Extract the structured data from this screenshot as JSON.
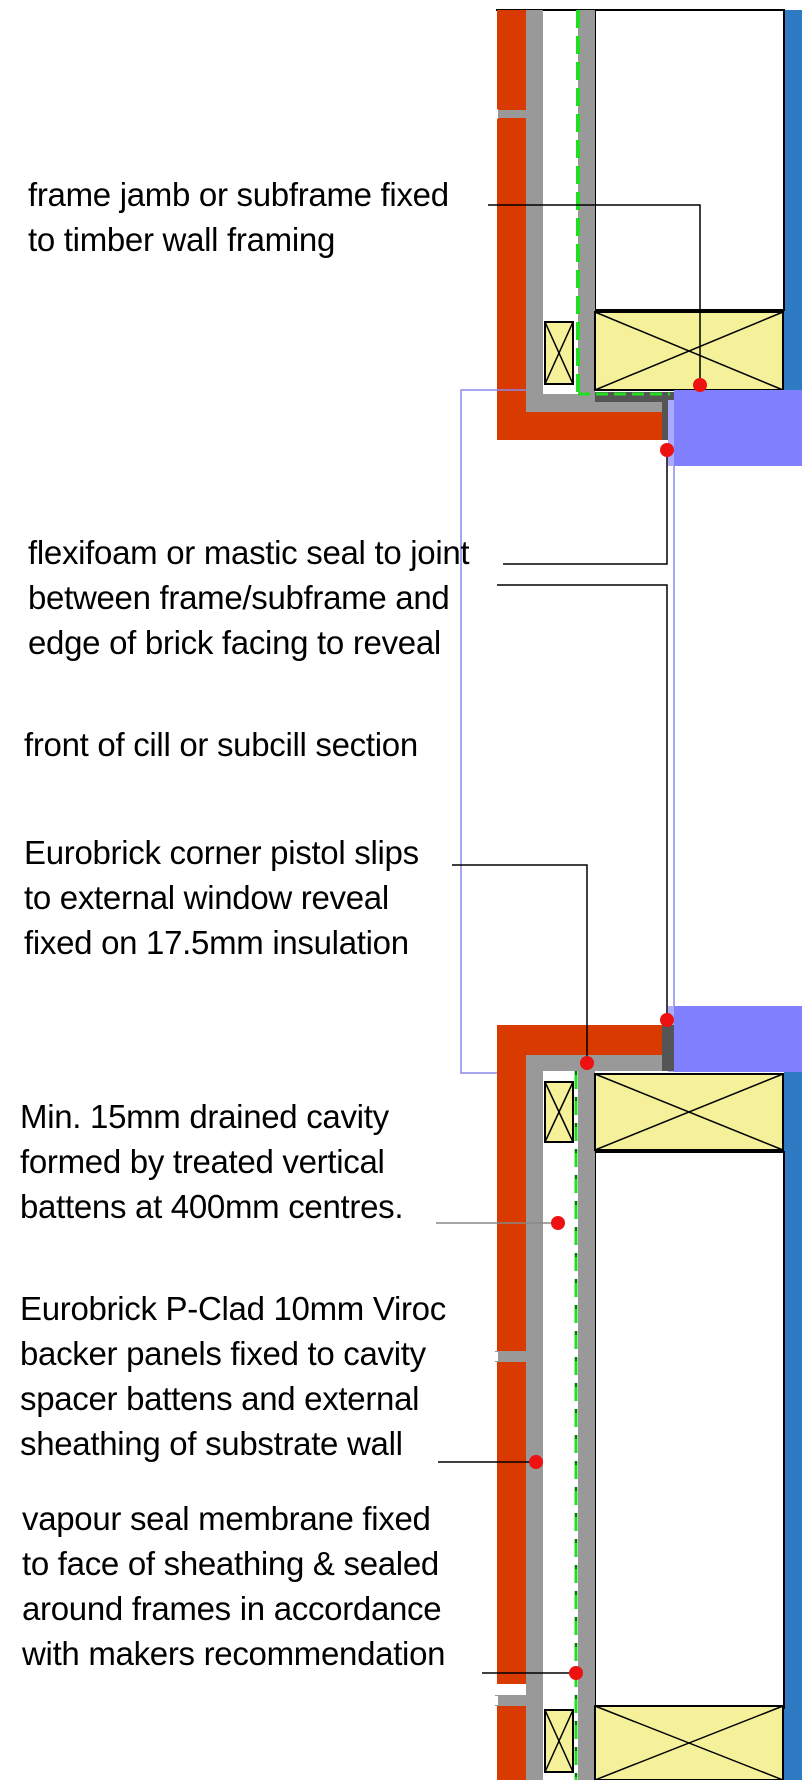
{
  "annotations": {
    "frame_jamb": [
      "frame jamb or subframe fixed",
      "to timber wall framing"
    ],
    "flexifoam_seal": [
      "flexifoam or mastic seal to joint",
      "between frame/subframe and",
      "edge of brick facing to reveal"
    ],
    "cill_front": [
      "front of cill or subcill section"
    ],
    "pistol_slips": [
      "Eurobrick corner pistol slips",
      "to external window reveal",
      "fixed on 17.5mm insulation"
    ],
    "drained_cavity": [
      "Min. 15mm drained cavity",
      "formed by treated vertical",
      "battens at 400mm centres."
    ],
    "p_clad_panels": [
      "Eurobrick P-Clad 10mm Viroc",
      "backer panels fixed to cavity",
      "spacer battens and external",
      "sheathing of substrate wall"
    ],
    "vapour_seal": [
      "vapour seal membrane fixed",
      "to face of sheathing & sealed",
      "around frames in accordance",
      "with makers recommendation"
    ]
  },
  "colors": {
    "brick": "#d93a00",
    "panel": "#999999",
    "membrane": "#22dd22",
    "timber": "#f5f09a",
    "frame": "#8080ff",
    "inner_lining": "#2e7bc4",
    "marker": "#ee1111",
    "outline": "#8888ee"
  }
}
